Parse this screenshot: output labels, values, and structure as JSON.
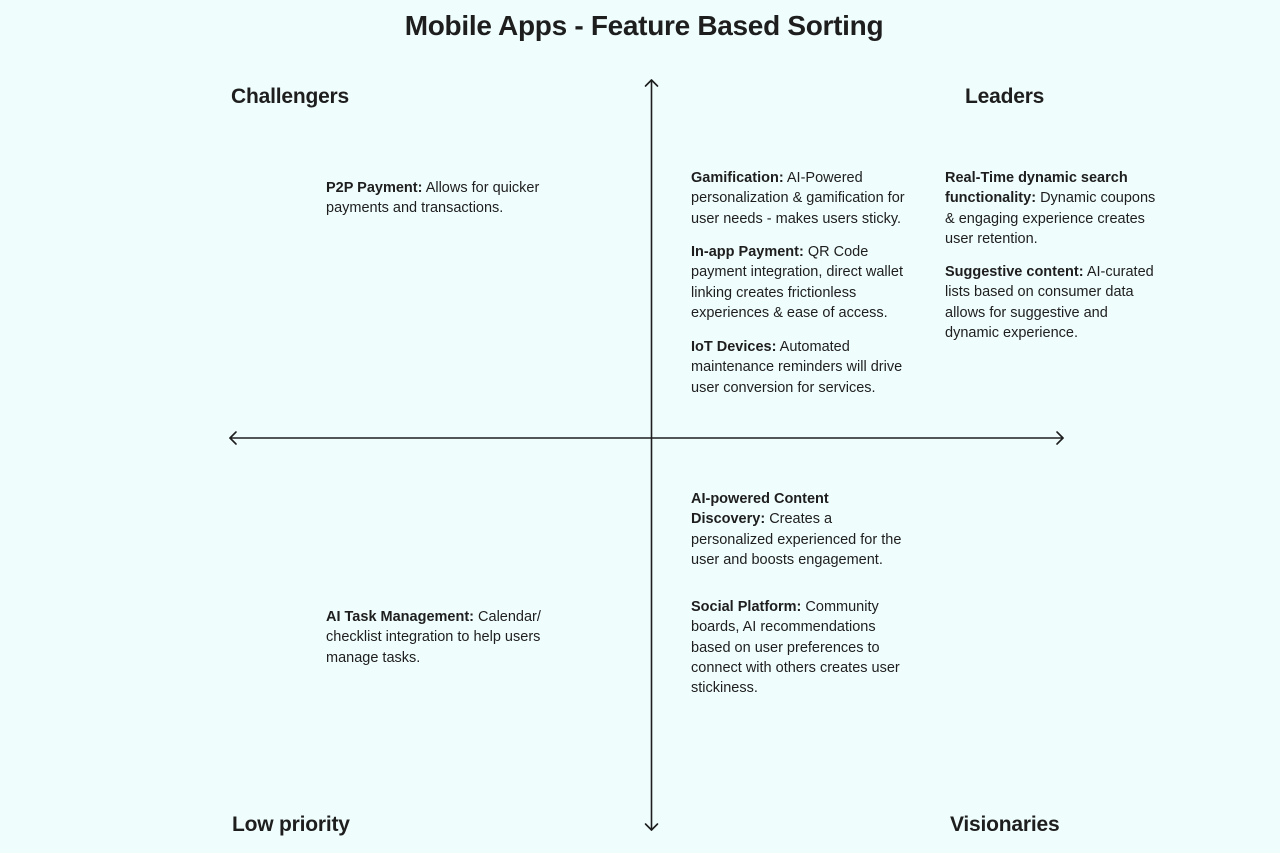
{
  "title": "Mobile Apps - Feature Based Sorting",
  "quadrants": {
    "top_left": "Challengers",
    "top_right": "Leaders",
    "bottom_left": "Low priority",
    "bottom_right": "Visionaries"
  },
  "features": {
    "p2p_payment": {
      "name": "P2P Payment:",
      "description": "Allows for quicker payments and transactions."
    },
    "ai_task_management": {
      "name": "AI Task Management:",
      "description": "Calendar/ checklist integration to help users manage tasks."
    },
    "gamification": {
      "name": "Gamification:",
      "description": "AI-Powered personalization & gamification for user needs - makes users sticky."
    },
    "in_app_payment": {
      "name": "In-app Payment:",
      "description": "QR Code payment integration, direct wallet linking creates frictionless experiences & ease of access."
    },
    "iot_devices": {
      "name": "IoT Devices:",
      "description": "Automated maintenance reminders will drive user conversion for services."
    },
    "real_time_search": {
      "name": "Real-Time dynamic search functionality:",
      "description": "Dynamic coupons & engaging experience creates user retention."
    },
    "suggestive_content": {
      "name": "Suggestive content:",
      "description": "AI-curated lists based on consumer data allows for suggestive and dynamic experience."
    },
    "ai_content_discovery": {
      "name": "AI-powered Content Discovery:",
      "description": "Creates a personalized experienced for the user and boosts engagement."
    },
    "social_platform": {
      "name": "Social Platform:",
      "description": "Community boards, AI recommendations based on user preferences to connect with others creates user stickiness."
    }
  }
}
